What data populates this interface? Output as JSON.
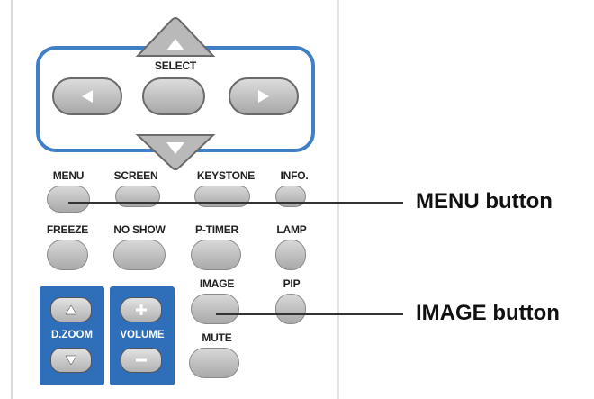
{
  "select_label": "SELECT",
  "row1": [
    "MENU",
    "SCREEN",
    "KEYSTONE",
    "INFO."
  ],
  "row2": [
    "FREEZE",
    "NO SHOW",
    "P-TIMER",
    "LAMP"
  ],
  "row3": [
    "IMAGE",
    "PIP"
  ],
  "mute_label": "MUTE",
  "dzoom_label": "D.ZOOM",
  "volume_label": "VOLUME",
  "callouts": {
    "menu": "MENU button",
    "image": "IMAGE button"
  },
  "colors": {
    "select_frame": "#3f7fc6",
    "panel_blue": "#2f6eb9"
  },
  "icons": {
    "up": "up-arrow-icon",
    "down": "down-arrow-icon",
    "left": "left-arrow-icon",
    "right": "right-arrow-icon",
    "plus": "plus-icon",
    "minus": "minus-icon"
  }
}
